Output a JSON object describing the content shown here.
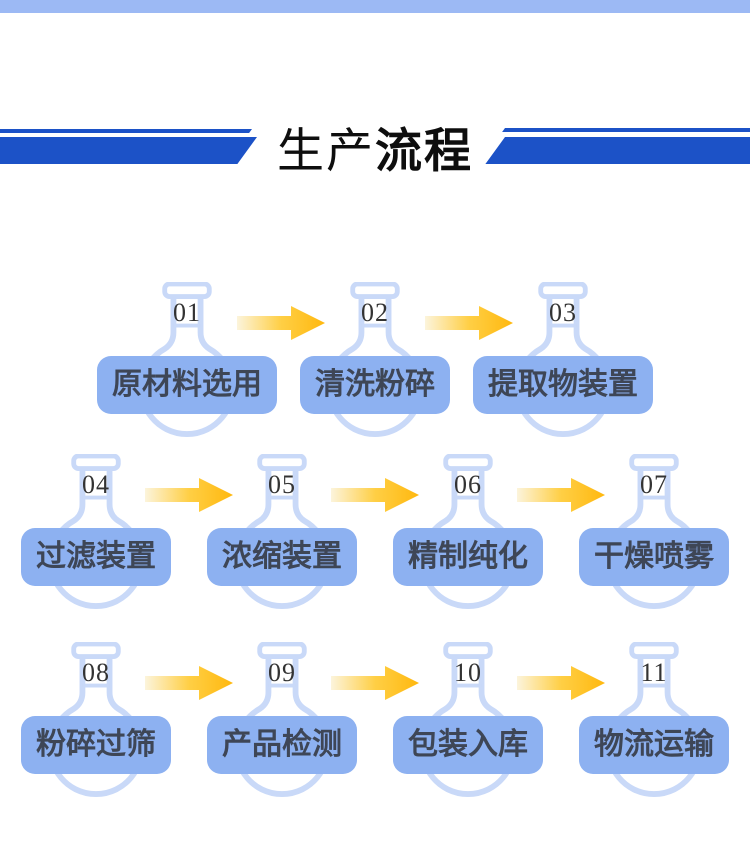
{
  "page": {
    "top_bar_color": "#9CB9F4",
    "accent_blue": "#1C52C7",
    "background": "#FFFFFF"
  },
  "title": {
    "text_regular": "生产",
    "text_bold": "流程"
  },
  "process": {
    "flask_outline_color": "#C9D9F8",
    "pill_bg_color": "#8DB1F1",
    "pill_text_color": "#3E4656",
    "number_color": "#333333",
    "arrow_gradient": [
      "#FCF4DC",
      "#FFCF45",
      "#FFB80F"
    ],
    "rows": [
      {
        "steps": [
          {
            "num": "01",
            "label": "原材料选用"
          },
          {
            "num": "02",
            "label": "清洗粉碎"
          },
          {
            "num": "03",
            "label": "提取物装置"
          }
        ]
      },
      {
        "steps": [
          {
            "num": "04",
            "label": "过滤装置"
          },
          {
            "num": "05",
            "label": "浓缩装置"
          },
          {
            "num": "06",
            "label": "精制纯化"
          },
          {
            "num": "07",
            "label": "干燥喷雾"
          }
        ]
      },
      {
        "steps": [
          {
            "num": "08",
            "label": "粉碎过筛"
          },
          {
            "num": "09",
            "label": "产品检测"
          },
          {
            "num": "10",
            "label": "包装入库"
          },
          {
            "num": "11",
            "label": "物流运输"
          }
        ]
      }
    ]
  }
}
